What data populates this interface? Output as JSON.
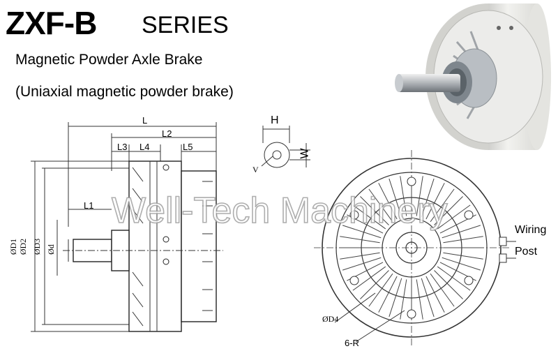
{
  "header": {
    "model": "ZXF-B",
    "series": "SERIES",
    "subtitle": "Magnetic Powder Axle Brake",
    "subtitle2": "(Uniaxial magnetic powder brake)"
  },
  "watermark": "Well-Tech Machinery",
  "side_view": {
    "dims": {
      "L": "L",
      "L2": "L2",
      "L3": "L3",
      "L4": "L4",
      "L5": "L5",
      "L1": "L1"
    },
    "diam": {
      "D1": "ØD1",
      "D2": "ØD2",
      "D3": "ØD3",
      "d": "Ød"
    }
  },
  "shaft_view": {
    "H": "H",
    "W": "W",
    "V": "V"
  },
  "front_view": {
    "D4": "ØD4",
    "six_r": "6-R",
    "wiring": "Wiring",
    "post": "Post"
  },
  "colors": {
    "line": "#333333",
    "product_body": "#e9e9e6",
    "hub": "#c8ccd0"
  },
  "icons": {
    "product_photo": "brake-photo-icon"
  }
}
